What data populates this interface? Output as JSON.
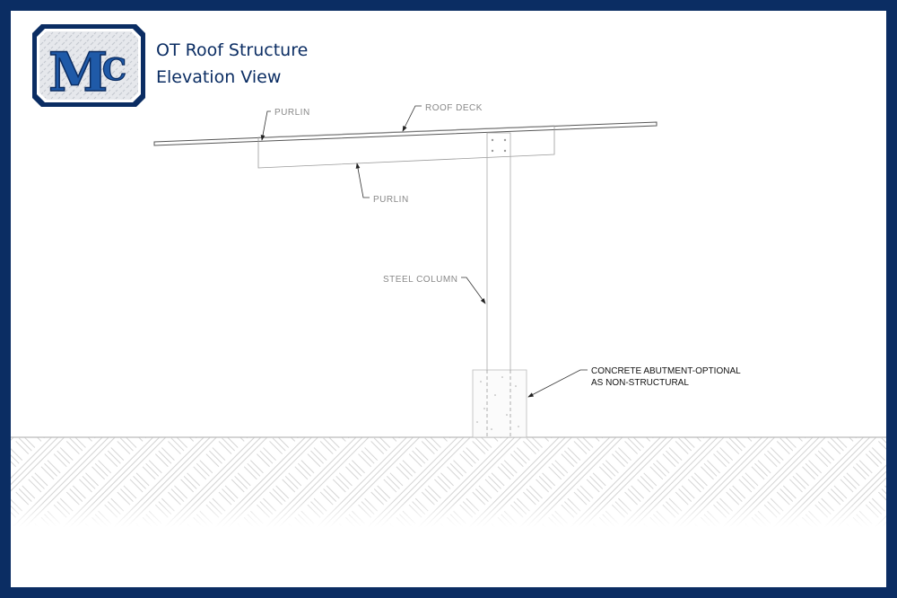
{
  "header": {
    "logo_text": "MC",
    "title_line1": "OT Roof Structure",
    "title_line2": "Elevation View"
  },
  "labels": {
    "purlin_top": "PURLIN",
    "roof_deck": "ROOF DECK",
    "purlin_bottom": "PURLIN",
    "steel_column": "STEEL COLUMN",
    "abutment_line1": "CONCRETE ABUTMENT-OPTIONAL",
    "abutment_line2": "AS NON-STRUCTURAL"
  },
  "colors": {
    "border": "#0b2d63",
    "logo_blue": "#1f5aa8"
  }
}
